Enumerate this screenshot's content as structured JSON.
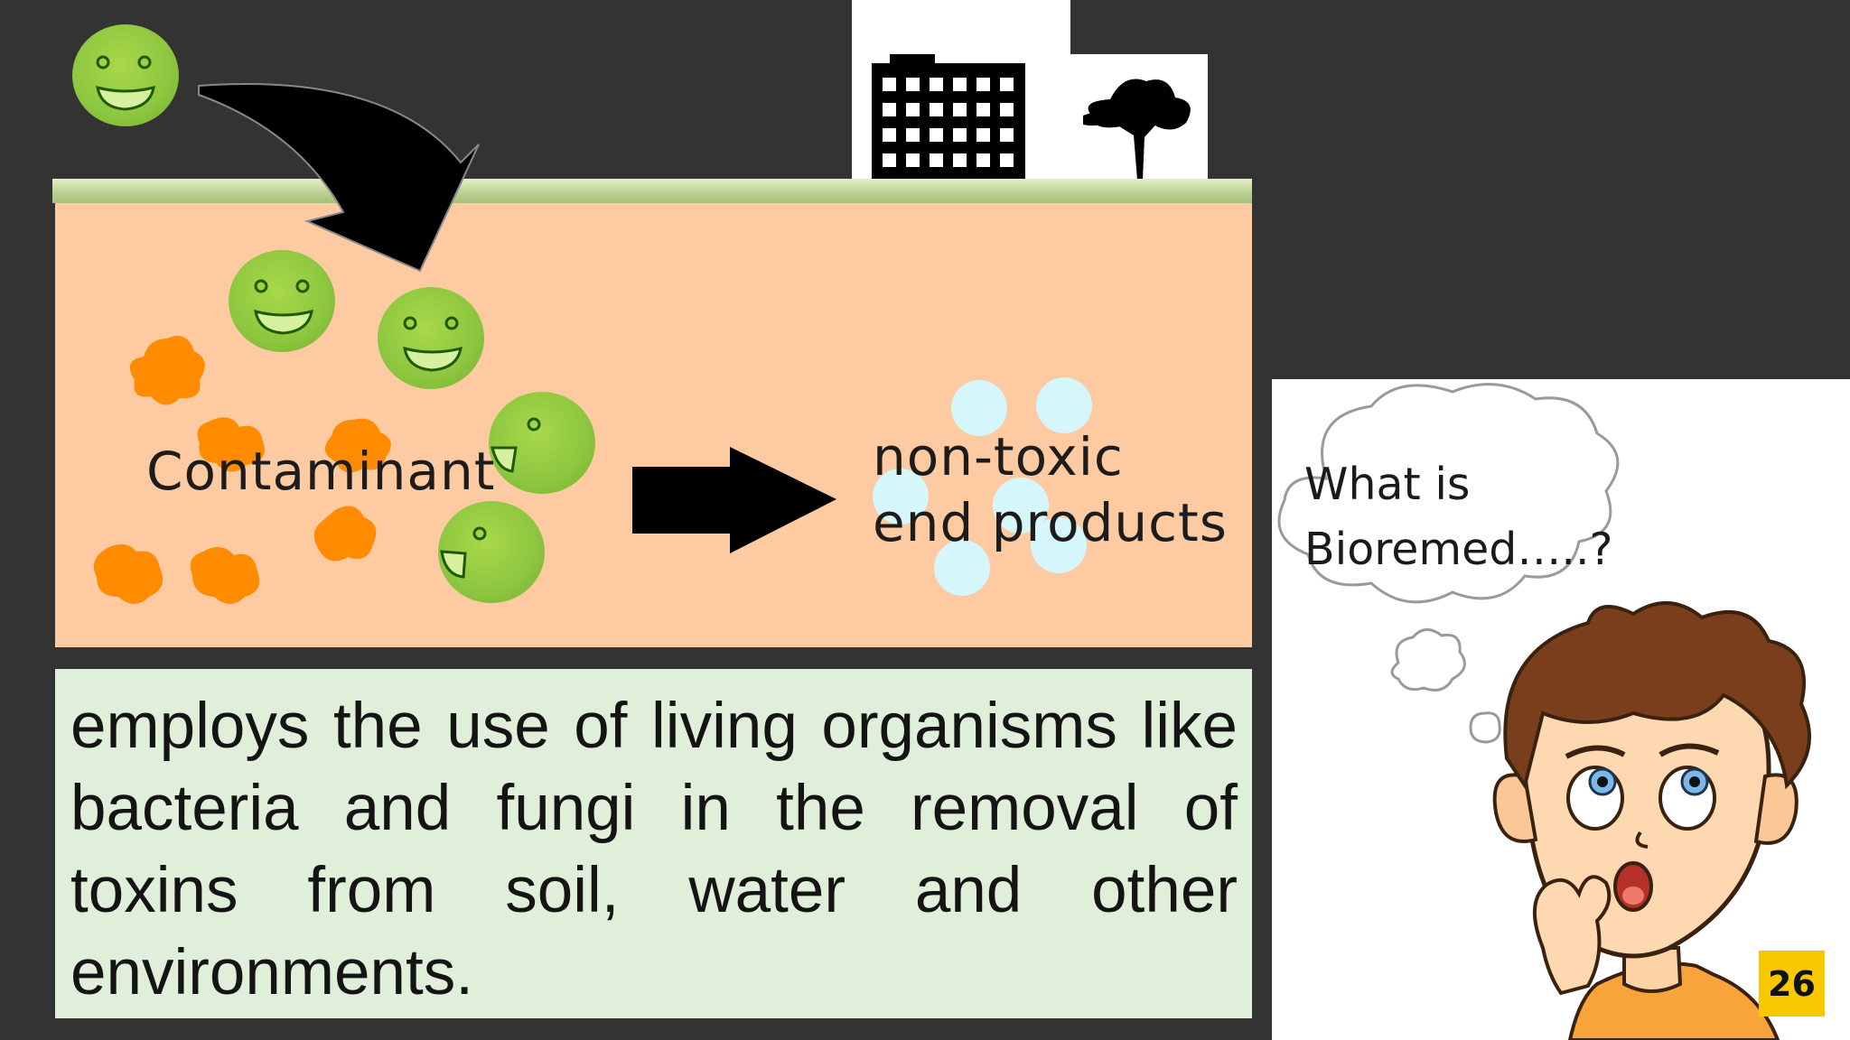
{
  "diagram": {
    "contaminant_label": "Contaminant",
    "products_label_line1": "non-toxic",
    "products_label_line2": "end products",
    "icons": [
      "microbe-icon",
      "curved-arrow-icon",
      "building-icon",
      "tree-icon",
      "contaminant-blob-icon",
      "right-arrow-icon",
      "product-bubble-icon"
    ],
    "colors": {
      "soil": "#fdcaa1",
      "microbe": "#8cc63f",
      "contaminant": "#ff8c00",
      "product": "#d5f6fb"
    }
  },
  "definition": {
    "text": "employs the use of living organisms like bacteria and fungi in the removal of toxins from soil, water and other environments."
  },
  "thought_bubble": {
    "line1": "What is",
    "line2": "Bioremed…..?"
  },
  "page_number": "26"
}
